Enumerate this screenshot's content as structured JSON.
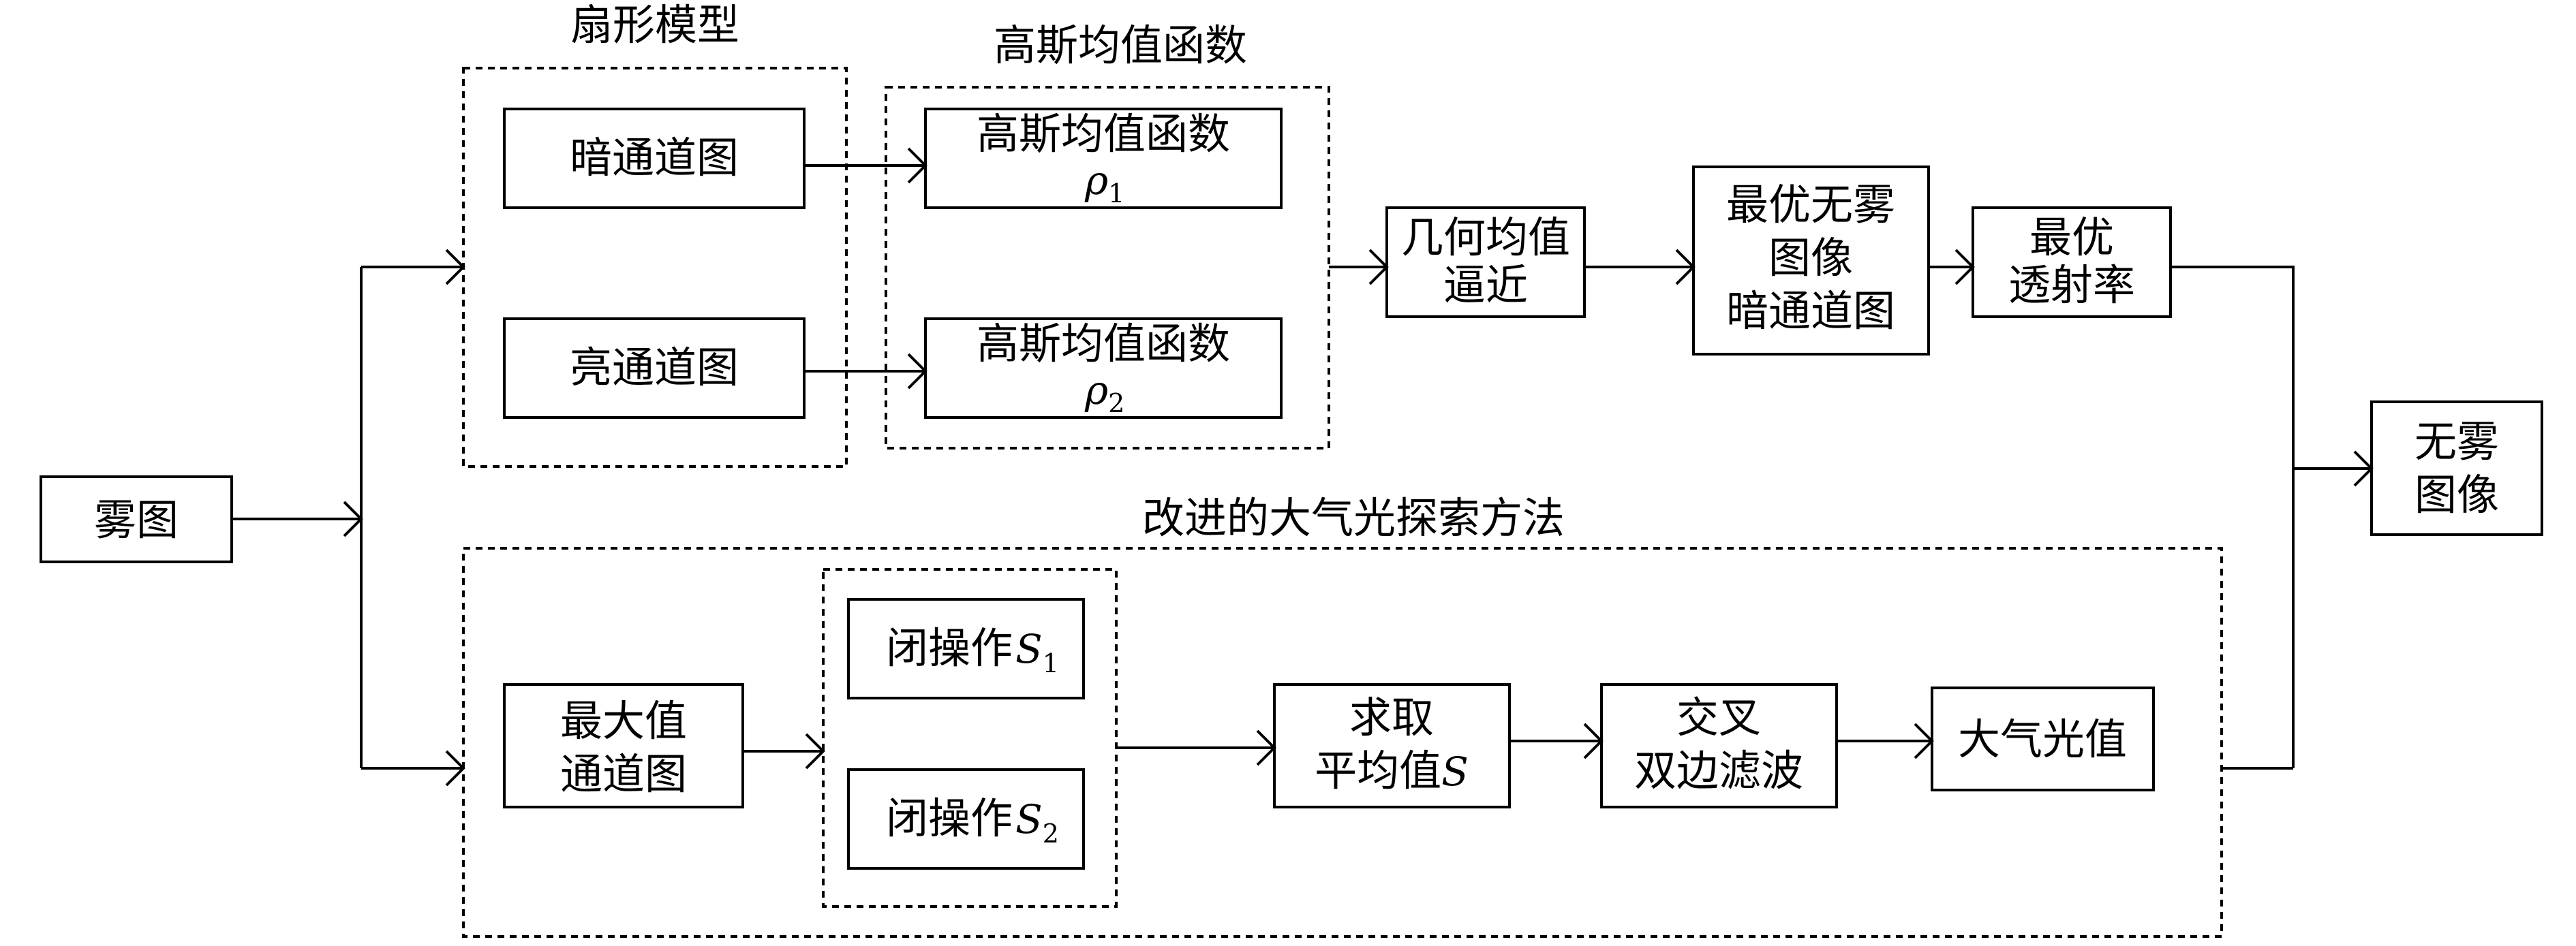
{
  "groups": {
    "fan_model": "扇形模型",
    "gaussian": "高斯均值函数",
    "atmos": "改进的大气光探索方法"
  },
  "nodes": {
    "haze_image": "雾图",
    "dark_channel": "暗通道图",
    "bright_channel": "亮通道图",
    "gauss1_text": "高斯均值函数",
    "gauss1_sym": "ρ",
    "gauss1_sub": "1",
    "gauss2_text": "高斯均值函数",
    "gauss2_sym": "ρ",
    "gauss2_sub": "2",
    "geo_line1": "几何均值",
    "geo_line2": "逼近",
    "optimal_line1": "最优无雾",
    "optimal_line2": "图像",
    "optimal_line3": "暗通道图",
    "trans_line1": "最优",
    "trans_line2": "透射率",
    "dehazed_line1": "无雾",
    "dehazed_line2": "图像",
    "max_line1": "最大值",
    "max_line2": "通道图",
    "close1_text": "闭操作",
    "close1_sym": "S",
    "close1_sub": "1",
    "close2_text": "闭操作",
    "close2_sym": "S",
    "close2_sub": "2",
    "mean_line1": "求取",
    "mean_line2": "平均值",
    "mean_sym": "S",
    "bilateral_line1": "交叉",
    "bilateral_line2": "双边滤波",
    "atmos_value": "大气光值"
  }
}
